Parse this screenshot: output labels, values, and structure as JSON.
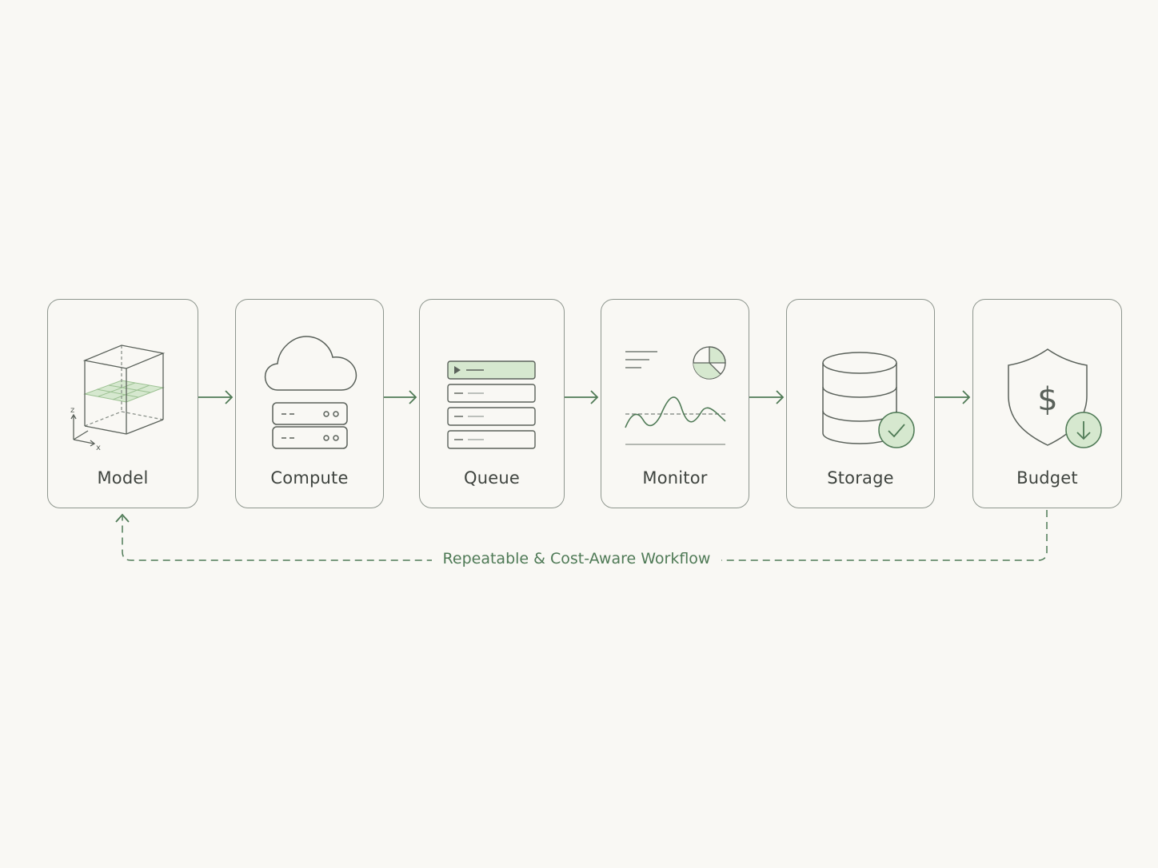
{
  "steps": [
    {
      "label": "Model",
      "icon": "cube-grid-icon"
    },
    {
      "label": "Compute",
      "icon": "cloud-server-icon"
    },
    {
      "label": "Queue",
      "icon": "job-queue-icon"
    },
    {
      "label": "Monitor",
      "icon": "chart-monitor-icon"
    },
    {
      "label": "Storage",
      "icon": "database-check-icon"
    },
    {
      "label": "Budget",
      "icon": "shield-dollar-icon"
    }
  ],
  "axis_labels": {
    "z": "z",
    "x": "x"
  },
  "budget_symbol": "$",
  "loop_label": "Repeatable & Cost-Aware Workflow",
  "colors": {
    "background": "#f9f8f4",
    "stroke": "#5a615a",
    "accent": "#4f7a56",
    "accent_fill": "#d6e8cf"
  }
}
